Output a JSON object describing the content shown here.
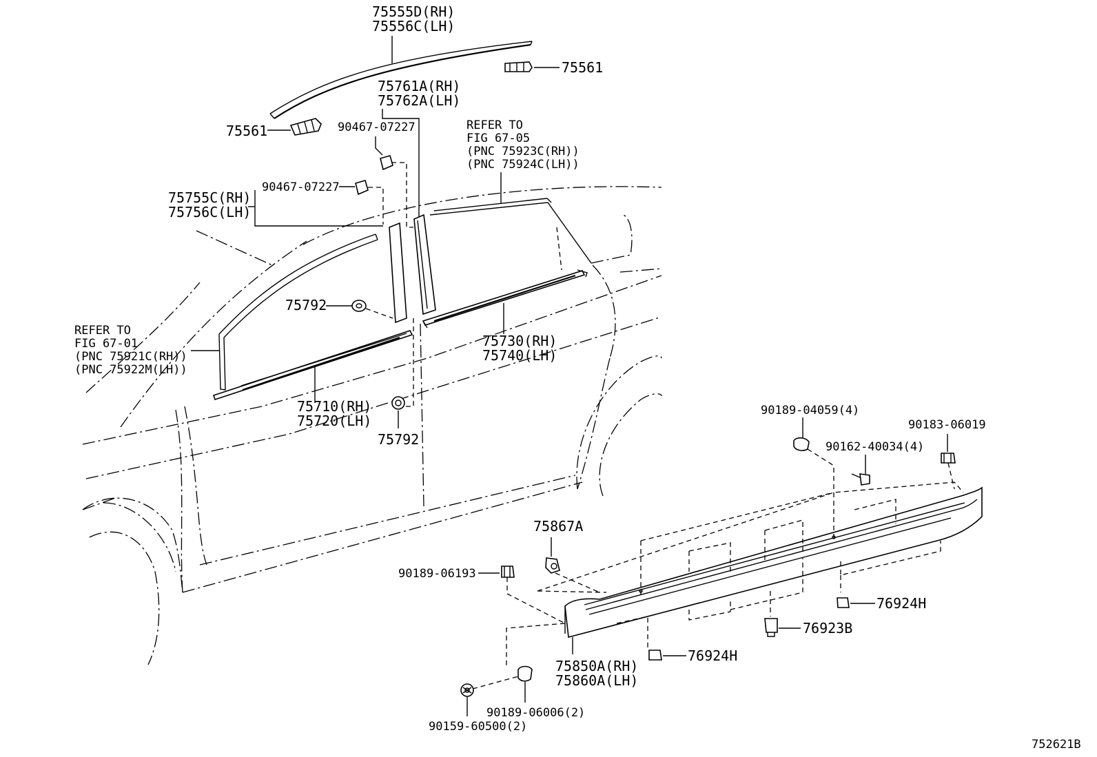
{
  "labels": {
    "roof_molding": [
      "75555D(RH)",
      "75556C(LH)"
    ],
    "clip_75561_right": "75561",
    "clip_75561_left": "75561",
    "pillar_rear": [
      "75761A(RH)",
      "75762A(LH)"
    ],
    "screw_upper": "90467-07227",
    "screw_lower": "90467-07227",
    "refer_fig_67_05": [
      "REFER TO",
      "FIG 67-05",
      "(PNC 75923C(RH))",
      "(PNC 75924C(LH))"
    ],
    "pillar_front": [
      "75755C(RH)",
      "75756C(LH)"
    ],
    "clip_75792_upper": "75792",
    "clip_75792_lower": "75792",
    "refer_fig_67_01": [
      "REFER TO",
      "FIG 67-01",
      "(PNC 75921C(RH))",
      "(PNC 75922M(LH))"
    ],
    "belt_rear": [
      "75730(RH)",
      "75740(LH)"
    ],
    "belt_front": [
      "75710(RH)",
      "75720(LH)"
    ],
    "bolt_90189_04059": "90189-04059(4)",
    "nut_90183_06019": "90183-06019",
    "screw_90162_40034": "90162-40034(4)",
    "clip_75867A": "75867A",
    "clip_90189_06193": "90189-06193",
    "clip_76924H_right": "76924H",
    "clip_76923B": "76923B",
    "clip_76924H_bottom": "76924H",
    "rocker_panel": [
      "75850A(RH)",
      "75860A(LH)"
    ],
    "clip_90189_06006": "90189-06006(2)",
    "bolt_90159_60500": "90159-60500(2)"
  },
  "figure_id": "752621B"
}
